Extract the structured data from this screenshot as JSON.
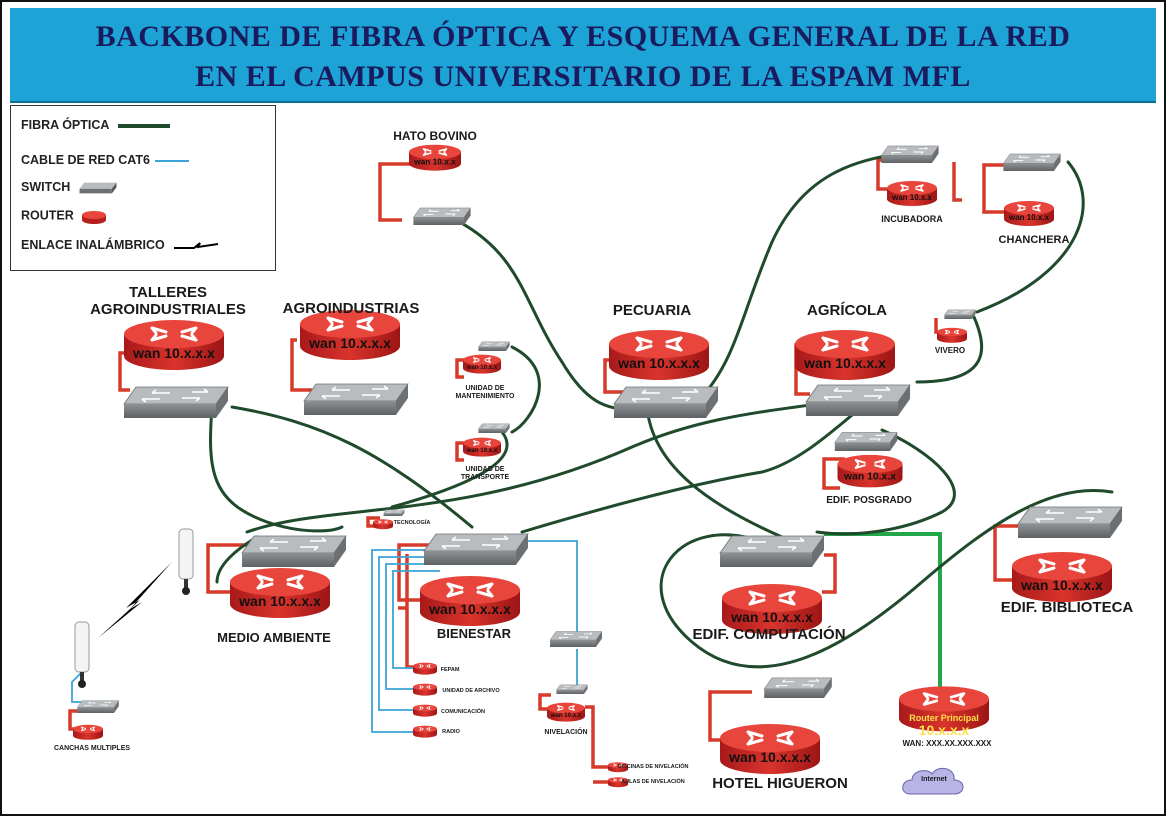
{
  "header": {
    "title_line1": "BACKBONE DE FIBRA ÓPTICA Y ESQUEMA GENERAL DE LA RED",
    "title_line2": "EN EL CAMPUS UNIVERSITARIO DE LA ESPAM MFL"
  },
  "legend": {
    "fiber": "FIBRA ÓPTICA",
    "cat6": "CABLE DE RED CAT6",
    "switch": "SWITCH",
    "router": "ROUTER",
    "wireless": "ENLACE INALÁMBRICO"
  },
  "router_label": "wan 10.x.x.x",
  "nodes": {
    "hato_bovino": "HATO BOVINO",
    "incubadora": "INCUBADORA",
    "chanchera": "CHANCHERA",
    "talleres_1": "TALLERES",
    "talleres_2": "AGROINDUSTRIALES",
    "agroindustrias": "AGROINDUSTRIAS",
    "pecuaria": "PECUARIA",
    "agricola": "AGRÍCOLA",
    "vivero": "VIVERO",
    "mantenimiento_1": "UNIDAD DE",
    "mantenimiento_2": "MANTENIMIENTO",
    "transporte_1": "UNIDAD DE",
    "transporte_2": "TRANSPORTE",
    "posgrado": "EDIF. POSGRADO",
    "tecnologia": "TECNOLOGÍA",
    "medio_ambiente": "MEDIO AMBIENTE",
    "bienestar": "BIENESTAR",
    "computacion": "EDIF. COMPUTACIÓN",
    "biblioteca": "EDIF. BIBLIOTECA",
    "fepam": "FEPAM",
    "archivo": "UNIDAD DE ARCHIVO",
    "comunicacion": "COMUNICACIÓN",
    "radio": "RADIO",
    "nivelacion": "NIVELACIÓN",
    "oficinas_nivelacion": "OFICINAS DE NIVELACIÓN",
    "aulas_nivelacion": "AULAS DE NIVELACIÓN",
    "hotel_higueron": "HOTEL HIGUERON",
    "canchas": "CANCHAS MULTIPLES",
    "router_principal_1": "Router Principal",
    "router_principal_2": "10.x.x.x",
    "wan_principal": "WAN: XXX.XX.XXX.XXX",
    "internet": "Internet",
    "small_router_text": "wan 10.x.x"
  },
  "colors": {
    "header_bg": "#1ea3d6",
    "title": "#1a1a5e",
    "fiber": "#1f4a2c",
    "cat6": "#3aa3d8",
    "link_red": "#d63a2a",
    "router_principal_green": "#22a84a",
    "switch_top": "#b9bcbf",
    "router_top": "#e8453c"
  }
}
